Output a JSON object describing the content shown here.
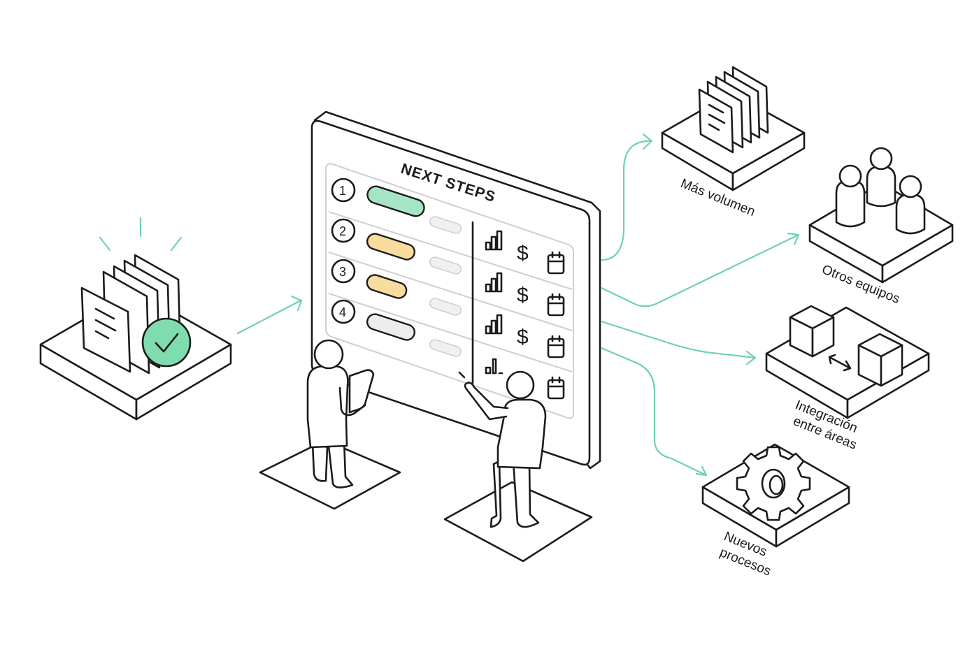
{
  "colors": {
    "accent": "#6fd3a8",
    "step_fill": [
      "#a5e5c5",
      "#f7dc9e",
      "#f7dc9e",
      "#ececec"
    ],
    "check_fill": "#7fdcae"
  },
  "board": {
    "title": "NEXT STEPS",
    "steps": [
      {
        "number": "1"
      },
      {
        "number": "2"
      },
      {
        "number": "3"
      },
      {
        "number": "4"
      }
    ],
    "currency_symbol": "$"
  },
  "outcomes": [
    {
      "id": "volume",
      "lines": [
        "Más volumen"
      ]
    },
    {
      "id": "teams",
      "lines": [
        "Otros equipos"
      ]
    },
    {
      "id": "integration",
      "lines": [
        "Integración",
        "entre áreas"
      ]
    },
    {
      "id": "processes",
      "lines": [
        "Nuevos",
        "procesos"
      ]
    }
  ],
  "icons": [
    "document-stack-icon",
    "check-badge-icon",
    "bar-chart-icon",
    "dollar-icon",
    "calendar-icon",
    "people-icon",
    "cube-icon",
    "swap-arrow-icon",
    "gear-icon",
    "person-icon",
    "tablet-icon"
  ]
}
